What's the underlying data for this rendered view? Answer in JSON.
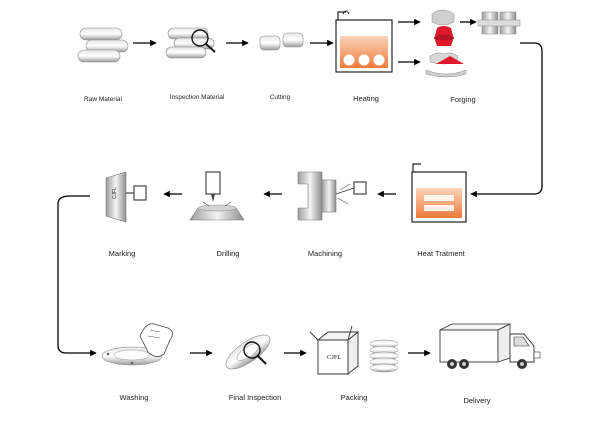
{
  "steps": [
    {
      "id": "raw-material",
      "label": "Raw Material"
    },
    {
      "id": "inspection-material",
      "label": "Inspection Material"
    },
    {
      "id": "cutting",
      "label": "Cutting"
    },
    {
      "id": "heating",
      "label": "Heating"
    },
    {
      "id": "forging",
      "label": "Forging"
    },
    {
      "id": "heat-treatment",
      "label": "Heat Tratment"
    },
    {
      "id": "machining",
      "label": "Machining"
    },
    {
      "id": "drilling",
      "label": "Drilling"
    },
    {
      "id": "marking",
      "label": "Marking"
    },
    {
      "id": "washing",
      "label": "Washing"
    },
    {
      "id": "final-inspection",
      "label": "Final Inspection"
    },
    {
      "id": "packing",
      "label": "Packing"
    },
    {
      "id": "delivery",
      "label": "Delivery"
    }
  ],
  "marks": {
    "marking": "CJFL",
    "box": "CJFL"
  },
  "colors": {
    "furnace": "#f08a54",
    "forge_red": "#e0182a",
    "metal": "#b9b9b9",
    "line": "#000000"
  }
}
